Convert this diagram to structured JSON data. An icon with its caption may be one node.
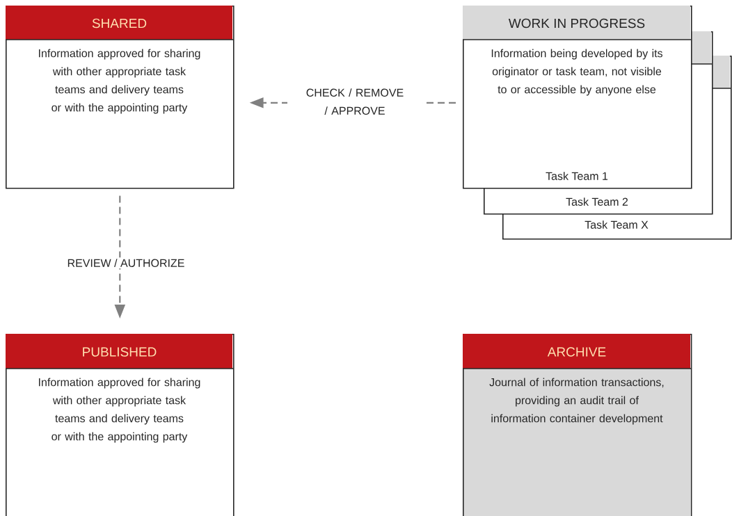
{
  "diagram": {
    "nodes": [
      {
        "text": [
          "SHARED",
          "Information approved for sharing with other appropriate task teams and delivery teams or with the appointing party"
        ]
      },
      {
        "text": [
          "WORK IN PROGRESS",
          "Information being developed by its originator or task team, not visible to or accessible by anyone else",
          "Task Team 1"
        ]
      },
      {
        "text": [
          "Task Team 2"
        ]
      },
      {
        "text": [
          "Task Team X"
        ]
      },
      {
        "text": [
          "PUBLISHED",
          "Information approved for sharing with other appropriate task teams and delivery teams or with the appointing party"
        ]
      },
      {
        "text": [
          "ARCHIVE",
          "Journal of information transactions, providing an audit trail of information container development"
        ]
      }
    ],
    "edges": [
      {
        "from": 1,
        "to": 0,
        "arrow": "to",
        "label": "CHECK / REMOVE / APPROVE",
        "style": "dashed"
      },
      {
        "from": 0,
        "to": 4,
        "arrow": "to",
        "label": "REVIEW / AUTHORIZE",
        "style": "dashed"
      }
    ]
  }
}
